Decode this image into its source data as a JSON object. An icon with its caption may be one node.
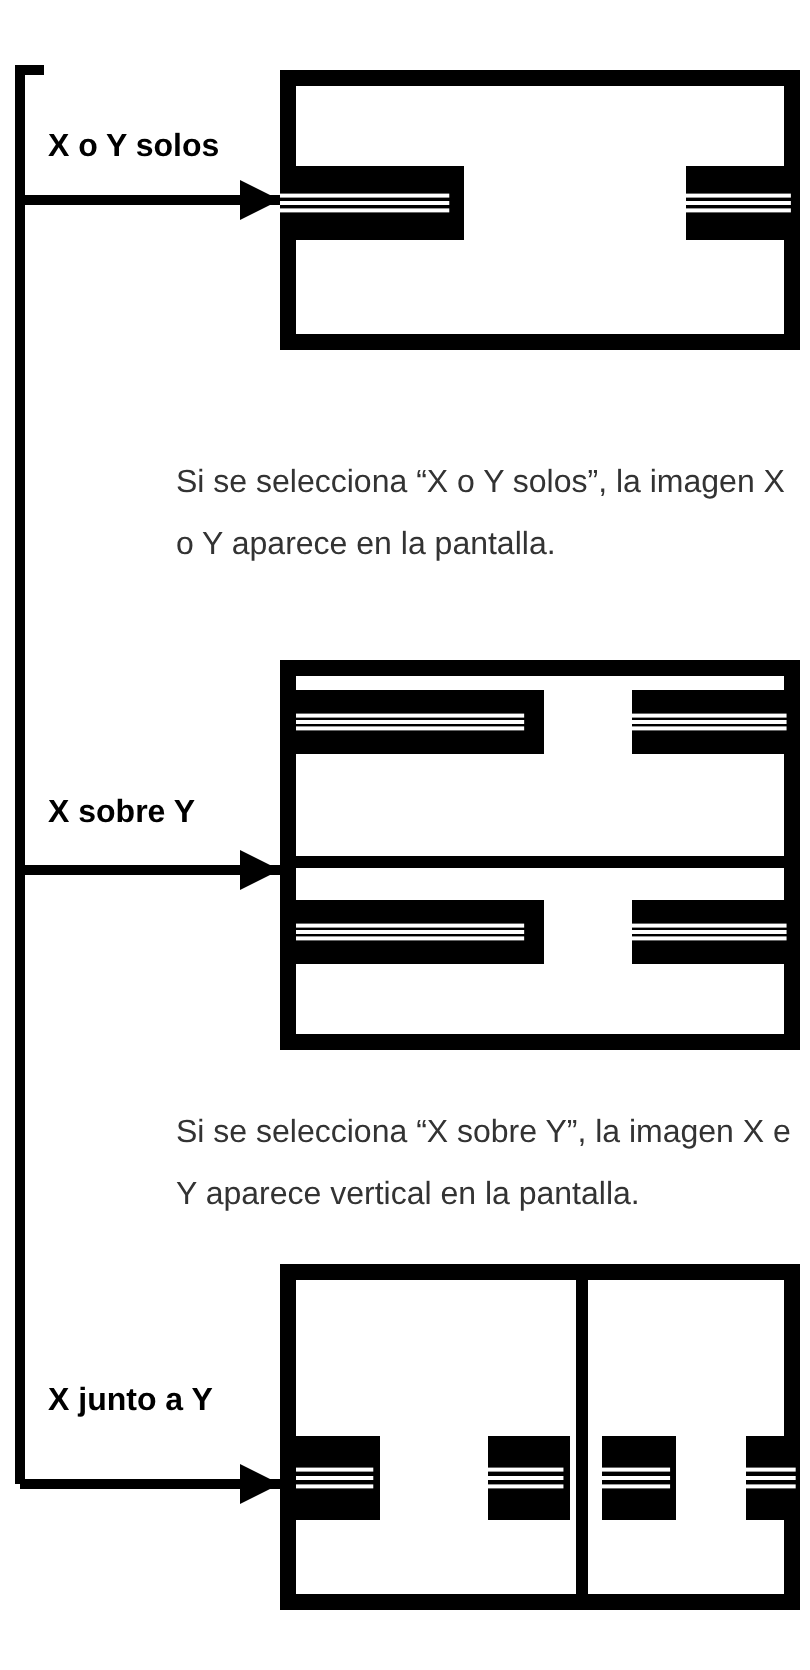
{
  "diagram": {
    "nodes": [
      {
        "text": [],
        "shape": "box"
      },
      {
        "text": [],
        "shape": "box"
      },
      {
        "text": [],
        "shape": "box"
      }
    ],
    "edges": [
      {
        "from": null,
        "to": 0,
        "arrow": "to",
        "label": "X o Y solos"
      },
      {
        "from": null,
        "to": 1,
        "arrow": "to",
        "label": "X sobre Y"
      },
      {
        "from": null,
        "to": 2,
        "arrow": "to",
        "label": "X junto a Y"
      }
    ],
    "labels": [
      "Si se selecciona “X o Y solos”, la imagen X o Y aparece en la pantalla.",
      "Si se selecciona “X sobre Y”, la imagen X e Y aparece vertical en la pantalla."
    ]
  }
}
